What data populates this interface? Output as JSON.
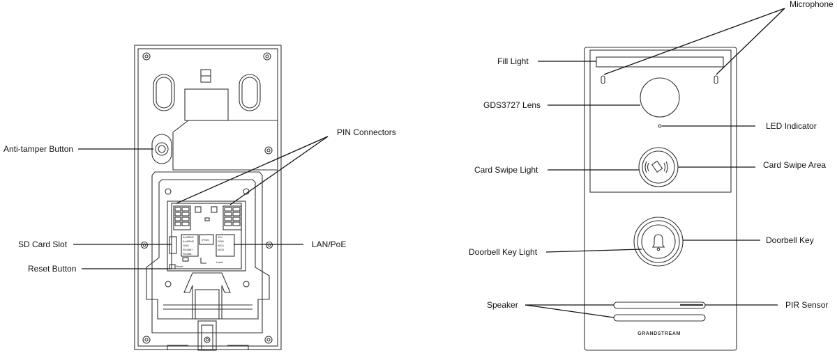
{
  "labels": {
    "anti_tamper": "Anti-tamper Button",
    "pin_connectors": "PIN Connectors",
    "sd_card_slot": "SD Card Slot",
    "lan_poe": "LAN/PoE",
    "reset_button": "Reset Button",
    "microphone": "Microphone",
    "fill_light": "Fill Light",
    "lens": "GDS3727 Lens",
    "led_indicator": "LED Indicator",
    "card_swipe_light": "Card Swipe Light",
    "card_swipe_area": "Card Swipe Area",
    "doorbell_key": "Doorbell Key",
    "doorbell_key_light": "Doorbell Key Light",
    "speaker": "Speaker",
    "pir_sensor": "PIR Sensor"
  },
  "pcb": {
    "alarm1": "ALARM1",
    "alarm2": "ALARM2",
    "gnd": "GND",
    "rs485_1": "RS485+",
    "rs485_2": "RS485-",
    "poe": "(POE)",
    "12v": "12V",
    "gnd2": "GND",
    "wg1": "WG1",
    "wg0": "WG0",
    "reset": "Reset",
    "label": "Label"
  },
  "brand": "GRANDSTREAM"
}
